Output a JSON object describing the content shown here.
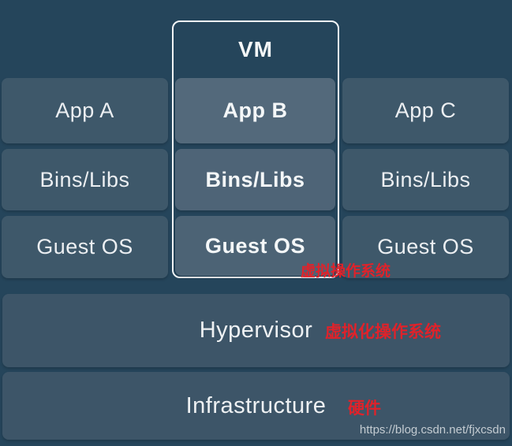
{
  "diagram": {
    "title": "VM"
  },
  "columns": {
    "left": [
      "App A",
      "Bins/Libs",
      "Guest OS"
    ],
    "middle": [
      "App B",
      "Bins/Libs",
      "Guest OS"
    ],
    "right": [
      "App C",
      "Bins/Libs",
      "Guest OS"
    ]
  },
  "bars": {
    "hypervisor": {
      "label": "Hypervisor",
      "annotation": "虚拟化操作系统"
    },
    "infrastructure": {
      "label": "Infrastructure",
      "annotation": "硬件"
    }
  },
  "annotations": {
    "guest_os": "虚拟操作系统"
  },
  "watermark": "https://blog.csdn.net/fjxcsdn",
  "colors": {
    "background": "#25455b",
    "side_box": "#3e586a",
    "middle_box": "#53697b",
    "bar": "#3d5568",
    "vm_border": "#f3f6f8",
    "label_text": "#eceff2",
    "annotation_red": "#e0222a",
    "watermark_gray": "#c3cbd1"
  }
}
